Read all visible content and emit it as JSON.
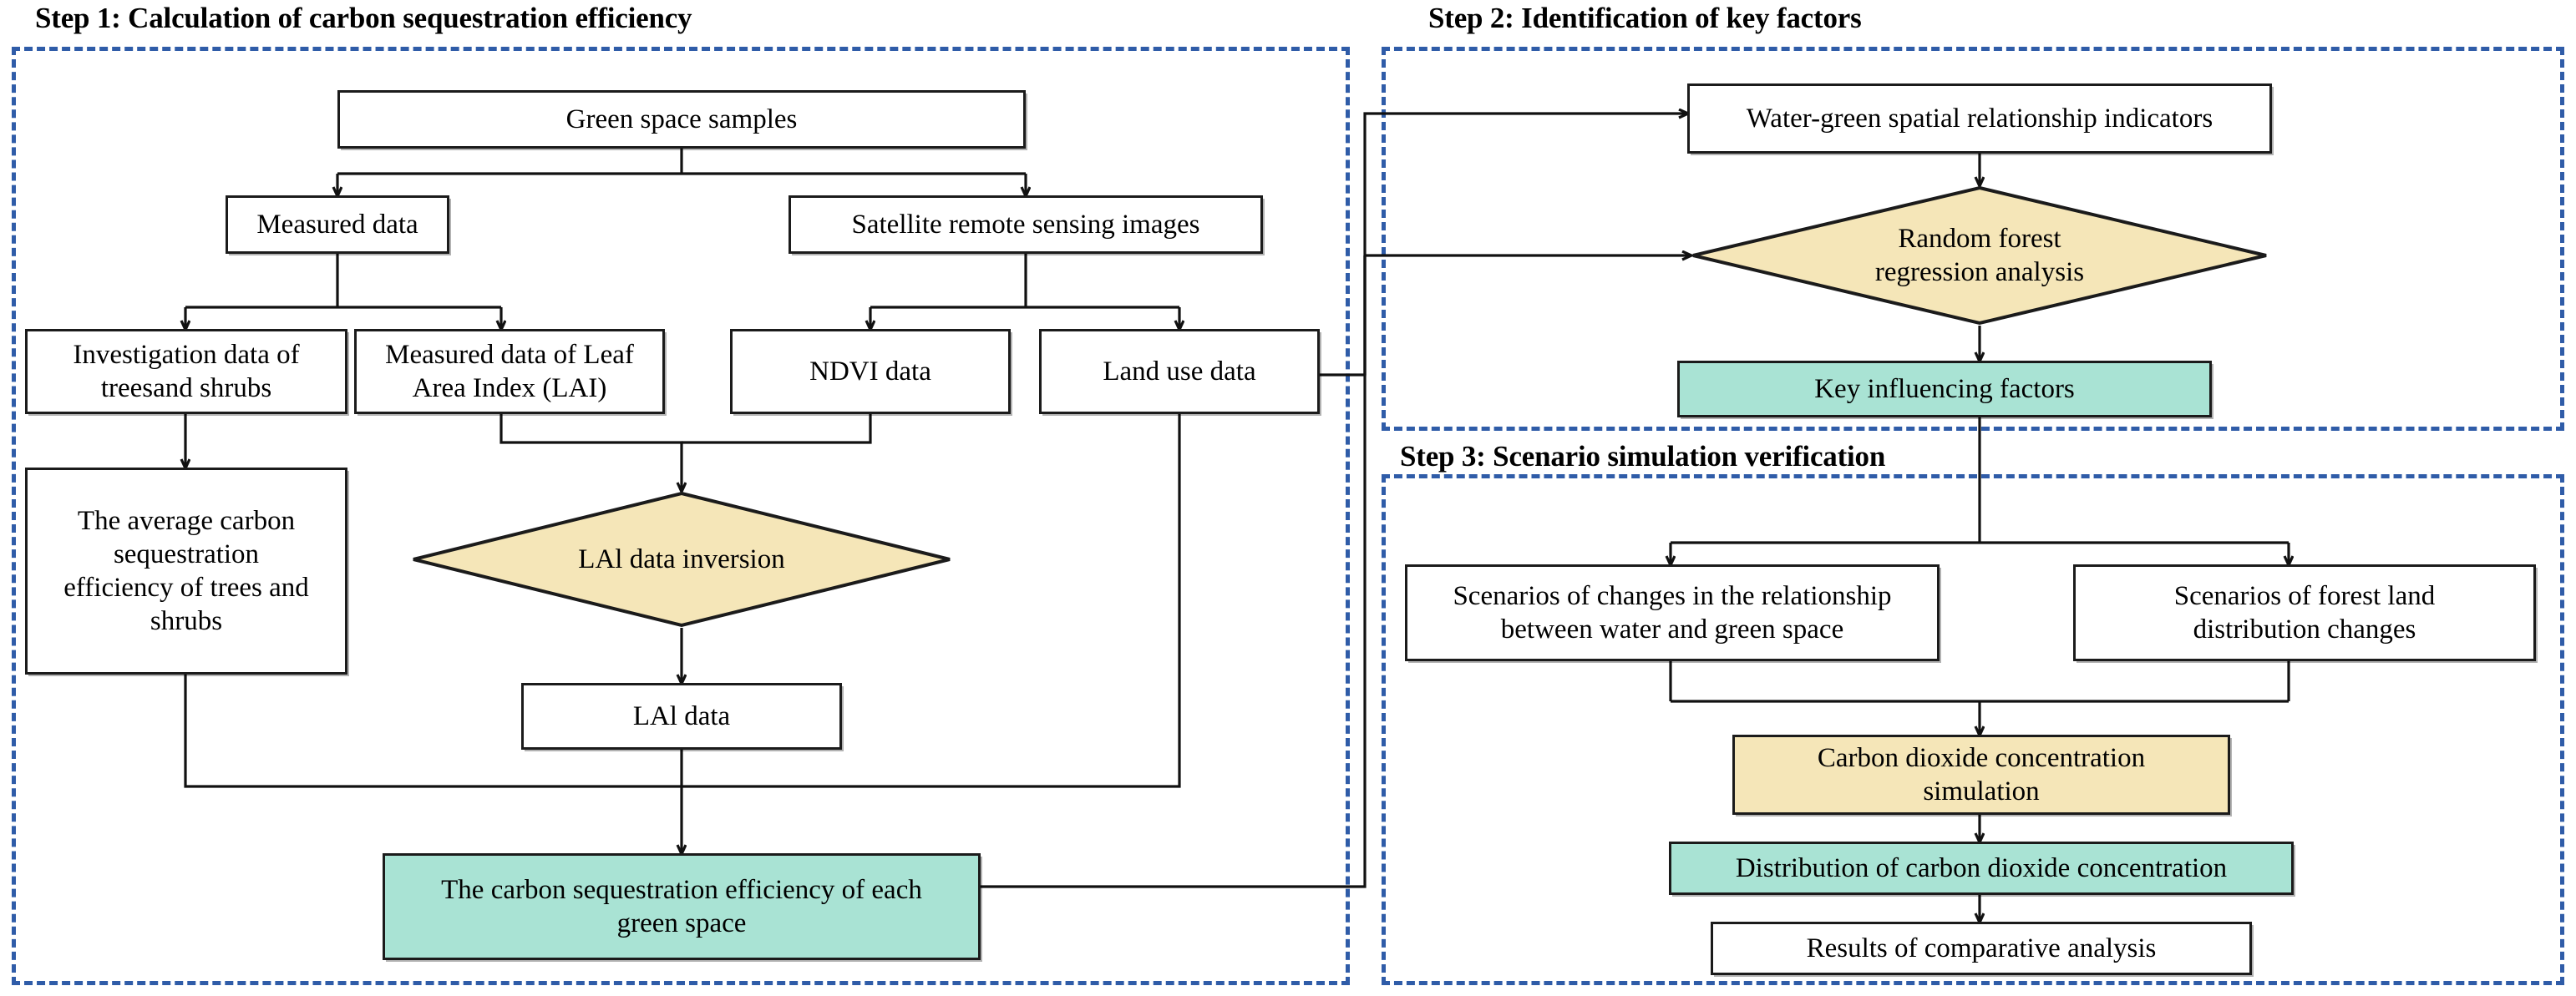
{
  "diagram": {
    "title_absent": true,
    "colors": {
      "panel_border": "#2f5ca8",
      "node_border": "#1b1b1b",
      "node_fill": "#ffffff",
      "highlight_green": "#a9e3d4",
      "highlight_tan": "#f5e6b8",
      "connector": "#111111"
    },
    "steps": [
      {
        "id": "step1",
        "label": "Step 1: Calculation of carbon sequestration efficiency"
      },
      {
        "id": "step2",
        "label": "Step 2: Identification of key factors"
      },
      {
        "id": "step3",
        "label": "Step 3: Scenario simulation verification"
      }
    ],
    "nodes": {
      "green_space_samples": {
        "label": "Green space samples",
        "shape": "rect",
        "fill": "white"
      },
      "measured_data": {
        "label": "Measured data",
        "shape": "rect",
        "fill": "white"
      },
      "satellite_images": {
        "label": "Satellite remote sensing images",
        "shape": "rect",
        "fill": "white"
      },
      "investigation_data": {
        "label": "Investigation data of treesand shrubs",
        "shape": "rect",
        "fill": "white"
      },
      "measured_lai": {
        "label": "Measured data of Leaf Area Index (LAI)",
        "shape": "rect",
        "fill": "white"
      },
      "ndvi_data": {
        "label": "NDVI data",
        "shape": "rect",
        "fill": "white"
      },
      "land_use_data": {
        "label": "Land use data",
        "shape": "rect",
        "fill": "white"
      },
      "avg_carbon_eff": {
        "label": "The average carbon sequestration efficiency of trees and shrubs",
        "shape": "rect",
        "fill": "white"
      },
      "lai_inversion": {
        "label": "LAl data inversion",
        "shape": "diamond",
        "fill": "tan"
      },
      "lai_data": {
        "label": "LAl data",
        "shape": "rect",
        "fill": "white"
      },
      "carbon_eff_each": {
        "label": "The carbon sequestration efficiency of each green space",
        "shape": "rect",
        "fill": "green"
      },
      "water_green_indicators": {
        "label": "Water-green spatial relationship indicators",
        "shape": "rect",
        "fill": "white"
      },
      "random_forest": {
        "label": "Random forest regression analysis",
        "shape": "diamond",
        "fill": "tan"
      },
      "key_factors": {
        "label": "Key influencing factors",
        "shape": "rect",
        "fill": "green"
      },
      "scenarios_water_green": {
        "label": "Scenarios of changes in the relationship between water and green space",
        "shape": "rect",
        "fill": "white"
      },
      "scenarios_forest": {
        "label": "Scenarios of forest land distribution changes",
        "shape": "rect",
        "fill": "white"
      },
      "co2_simulation": {
        "label": "Carbon dioxide concentration simulation",
        "shape": "rect",
        "fill": "tan"
      },
      "co2_distribution": {
        "label": "Distribution of carbon dioxide concentration",
        "shape": "rect",
        "fill": "green"
      },
      "comparative_results": {
        "label": "Results of comparative analysis",
        "shape": "rect",
        "fill": "white"
      }
    },
    "node_lines": {
      "investigation_data": [
        "Investigation data of",
        "treesand shrubs"
      ],
      "measured_lai": [
        "Measured data of Leaf",
        "Area Index (LAI)"
      ],
      "avg_carbon_eff": [
        "The average carbon",
        "sequestration",
        "efficiency of trees and",
        "shrubs"
      ],
      "random_forest": [
        "Random forest",
        "regression analysis"
      ],
      "carbon_eff_each": [
        "The carbon sequestration efficiency of each",
        "green space"
      ],
      "scenarios_water_green": [
        "Scenarios of changes in the relationship",
        "between water and green space"
      ],
      "scenarios_forest": [
        "Scenarios of forest land",
        "distribution changes"
      ],
      "co2_simulation": [
        "Carbon dioxide concentration",
        "simulation"
      ]
    },
    "edges": [
      {
        "from": "green_space_samples",
        "to": "measured_data"
      },
      {
        "from": "green_space_samples",
        "to": "satellite_images"
      },
      {
        "from": "measured_data",
        "to": "investigation_data"
      },
      {
        "from": "measured_data",
        "to": "measured_lai"
      },
      {
        "from": "satellite_images",
        "to": "ndvi_data"
      },
      {
        "from": "satellite_images",
        "to": "land_use_data"
      },
      {
        "from": "investigation_data",
        "to": "avg_carbon_eff"
      },
      {
        "from": "measured_lai",
        "to": "lai_inversion"
      },
      {
        "from": "ndvi_data",
        "to": "lai_inversion"
      },
      {
        "from": "lai_inversion",
        "to": "lai_data"
      },
      {
        "from": "lai_data",
        "to": "carbon_eff_each"
      },
      {
        "from": "avg_carbon_eff",
        "to": "carbon_eff_each"
      },
      {
        "from": "land_use_data",
        "to": "carbon_eff_each"
      },
      {
        "from": "land_use_data",
        "to": "water_green_indicators"
      },
      {
        "from": "carbon_eff_each",
        "to": "random_forest"
      },
      {
        "from": "water_green_indicators",
        "to": "random_forest"
      },
      {
        "from": "random_forest",
        "to": "key_factors"
      },
      {
        "from": "key_factors",
        "to": "scenarios_water_green"
      },
      {
        "from": "key_factors",
        "to": "scenarios_forest"
      },
      {
        "from": "scenarios_water_green",
        "to": "co2_simulation"
      },
      {
        "from": "scenarios_forest",
        "to": "co2_simulation"
      },
      {
        "from": "co2_simulation",
        "to": "co2_distribution"
      },
      {
        "from": "co2_distribution",
        "to": "comparative_results"
      }
    ]
  }
}
